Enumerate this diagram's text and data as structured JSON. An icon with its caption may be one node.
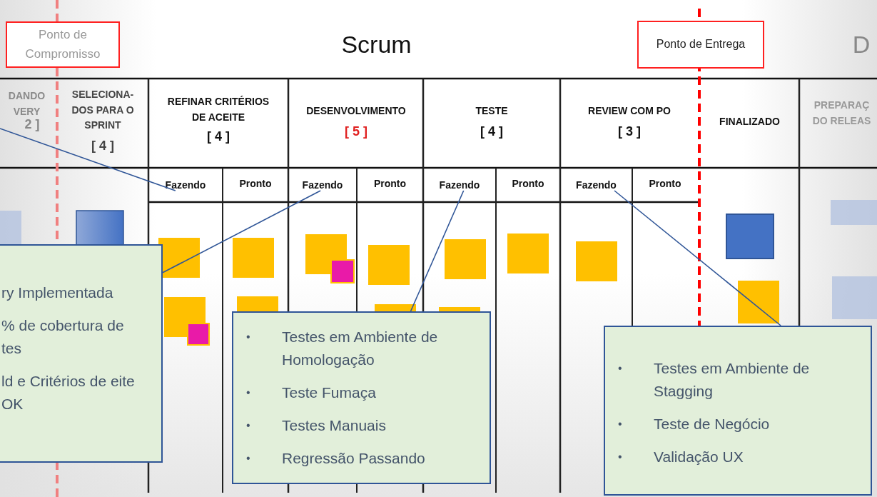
{
  "diagram": {
    "nodes": [
      {
        "text": [
          "Ponto de Compromisso"
        ]
      },
      {
        "text": [
          "Ponto de Entrega"
        ]
      },
      {
        "text": [
          "Fazendo"
        ]
      },
      {
        "text": [
          "Fazendo"
        ]
      },
      {
        "text": [
          "Fazendo"
        ]
      },
      {
        "text": [
          "Fazendo"
        ]
      },
      {
        "text": [
          "ry Implementada",
          "% de cobertura de tes",
          "ld e Critérios de eite OK"
        ]
      },
      {
        "text": [
          "•",
          "Testes em Ambiente de Homologação",
          "•",
          "Teste Fumaça",
          "•",
          "Testes Manuais",
          "•",
          "Regressão Passando"
        ]
      },
      {
        "text": [
          "•",
          "Testes em Ambiente de Stagging",
          "•",
          "Teste de Negócio",
          "•",
          "Validação UX"
        ]
      }
    ],
    "edges": [
      {
        "from": null,
        "to": 2,
        "arrow": "none"
      },
      {
        "from": 6,
        "to": 3,
        "arrow": "none"
      },
      {
        "from": 7,
        "to": 4,
        "arrow": "none"
      },
      {
        "from": 8,
        "to": 5,
        "arrow": "none"
      }
    ],
    "labels": [
      "Scrum",
      "D",
      "DANDO VERY",
      "2 ]",
      "SELECIONA- DOS PARA O SPRINT",
      "[ 4 ]",
      "REFINAR CRITÉRIOS DE ACEITE",
      "[ 4 ]",
      "DESENVOLVIMENTO",
      "[ 5 ]",
      "TESTE",
      "[ 4 ]",
      "REVIEW COM PO",
      "[ 3 ]",
      "FINALIZADO",
      "PREPARAÇ DO RELEAS",
      "Pronto",
      "Pronto",
      "Pronto",
      "Pronto"
    ]
  }
}
